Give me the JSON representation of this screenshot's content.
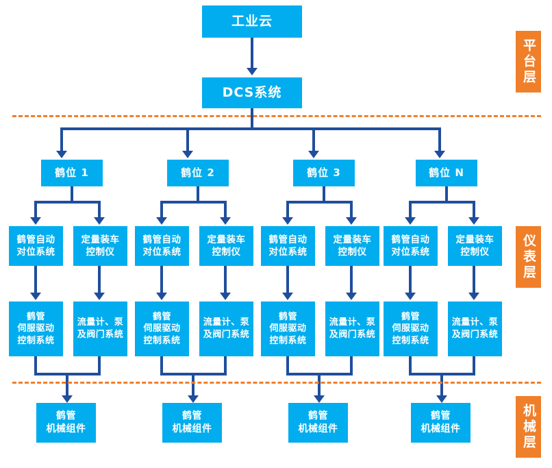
{
  "diagram": {
    "title_top": "工业云",
    "dcs": "DCS系统",
    "layers": [
      {
        "id": "platform",
        "label": "平台层"
      },
      {
        "id": "instrument",
        "label": "仪表层"
      },
      {
        "id": "mechanical",
        "label": "机械层"
      }
    ],
    "stations": [
      {
        "label": "鹤位 1",
        "instruments": [
          "鹤管自动\n对位系统",
          "定量装车\n控制仪"
        ],
        "subsystems": [
          "鹤管\n伺服驱动\n控制系统",
          "流量计、泵\n及阀门系统"
        ],
        "mechanical": "鹤管\n机械组件"
      },
      {
        "label": "鹤位 2",
        "instruments": [
          "鹤管自动\n对位系统",
          "定量装车\n控制仪"
        ],
        "subsystems": [
          "鹤管\n伺服驱动\n控制系统",
          "流量计、泵\n及阀门系统"
        ],
        "mechanical": "鹤管\n机械组件"
      },
      {
        "label": "鹤位 3",
        "instruments": [
          "鹤管自动\n对位系统",
          "定量装车\n控制仪"
        ],
        "subsystems": [
          "鹤管\n伺服驱动\n控制系统",
          "流量计、泵\n及阀门系统"
        ],
        "mechanical": "鹤管\n机械组件"
      },
      {
        "label": "鹤位 N",
        "instruments": [
          "鹤管自动\n对位系统",
          "定量装车\n控制仪"
        ],
        "subsystems": [
          "鹤管\n伺服驱动\n控制系统",
          "流量计、泵\n及阀门系统"
        ],
        "mechanical": "鹤管\n机械组件"
      }
    ],
    "colors": {
      "box_blue": "#01ADEE",
      "connector_blue": "#1F4E9C",
      "layer_orange": "#F07F2A",
      "background": "#FFFFFF"
    }
  }
}
